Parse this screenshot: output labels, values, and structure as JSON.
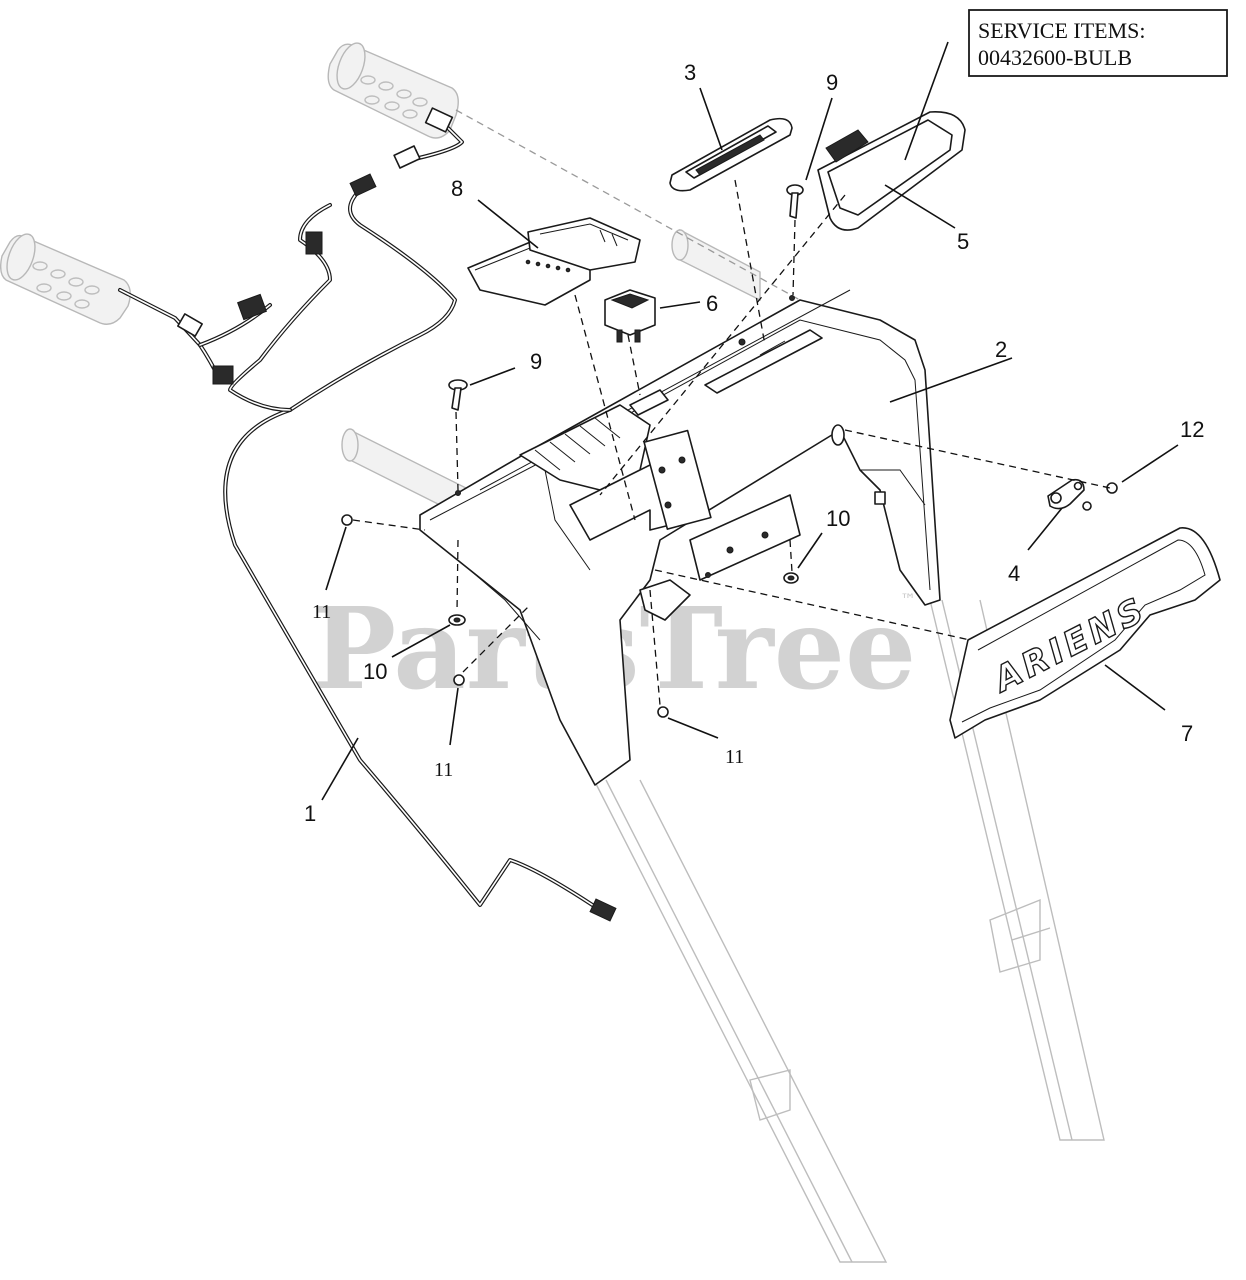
{
  "diagram": {
    "service_box": {
      "line1": "SERVICE ITEMS:",
      "line2": "00432600-BULB"
    },
    "watermark": "PartsTree",
    "trademark": "™",
    "brand_decal_text": "ARIENS",
    "labels": {
      "p1": "1",
      "p2": "2",
      "p3": "3",
      "p4": "4",
      "p5": "5",
      "p6": "6",
      "p7": "7",
      "p8": "8",
      "p9a": "9",
      "p9b": "9",
      "p10a": "10",
      "p10b": "10",
      "p11a": "11",
      "p11b": "11",
      "p11c": "11",
      "p12": "12"
    }
  }
}
